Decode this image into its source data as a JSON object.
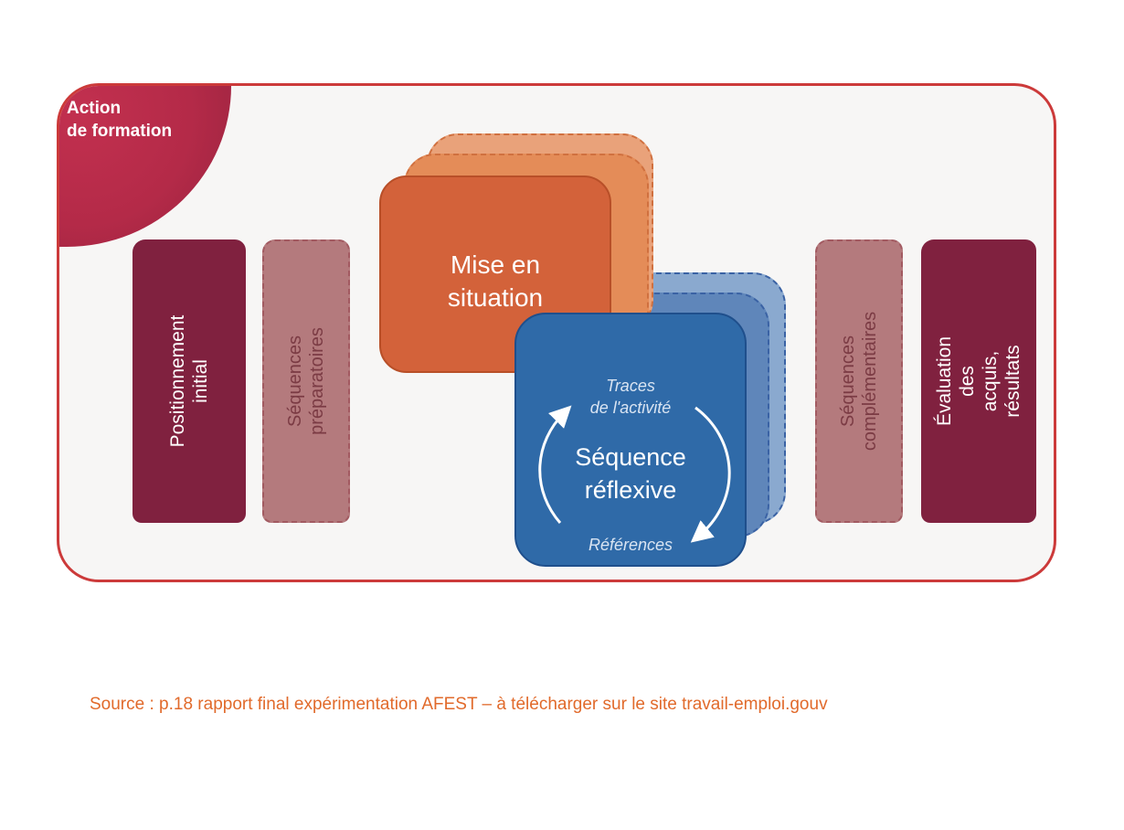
{
  "corner": {
    "title": "Action\nde formation"
  },
  "pillars": [
    {
      "label": "Positionnement\ninitial",
      "style": "solid"
    },
    {
      "label": "Séquences\npréparatoires",
      "style": "dashed"
    },
    {
      "label": "Séquences\ncomplémentaires",
      "style": "dashed"
    },
    {
      "label": "Évaluation\ndes acquis, résultats",
      "style": "solid"
    }
  ],
  "mise_en_situation": {
    "title": "Mise en\nsituation"
  },
  "sequence_reflexive": {
    "title": "Séquence\nréflexive",
    "top_note": "Traces\nde l'activité",
    "bottom_note": "Références"
  },
  "source": "Source : p.18 rapport final expérimentation AFEST – à télécharger sur le site travail-emploi.gouv",
  "colors": {
    "frame_border": "#cc3a3a",
    "corner": "#b42a48",
    "pillar_solid": "#80213f",
    "pillar_dashed": "#b47a7d",
    "orange": "#d3623a",
    "blue": "#2f6aa8",
    "source_text": "#e16a2b"
  }
}
